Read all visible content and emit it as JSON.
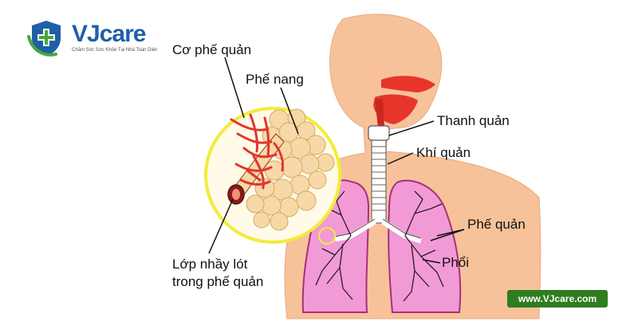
{
  "brand": {
    "name_part1": "VJ",
    "name_part2": "care",
    "tagline": "Chăm Sóc Sức Khỏe Tại Nhà Toàn Diện",
    "website": "www.VJcare.com"
  },
  "labels": {
    "co_phe_quan": "Cơ phế quản",
    "phe_nang": "Phế nang",
    "thanh_quan": "Thanh quản",
    "khi_quan": "Khí quản",
    "phe_quan": "Phế quản",
    "phoi": "Phổi",
    "lop_nhay_line1": "Lớp nhầy lót",
    "lop_nhay_line2": "trong phế quản"
  },
  "icons": {
    "logo": "shield-medical-cross-icon"
  },
  "colors": {
    "brand_blue": "#1f5fa8",
    "brand_green": "#46a83a",
    "skin": "#f7c29a",
    "lung_fill": "#f29ad6",
    "lung_outline": "#a8307a",
    "airway": "#ffffff",
    "bronchi_lines": "#2d1a2a",
    "alveoli": "#f6d9a6",
    "muscle_red": "#e0362f",
    "inset_border": "#f2ec3a",
    "mouth_red": "#e8352c",
    "website_bg": "#2e7d1e"
  }
}
